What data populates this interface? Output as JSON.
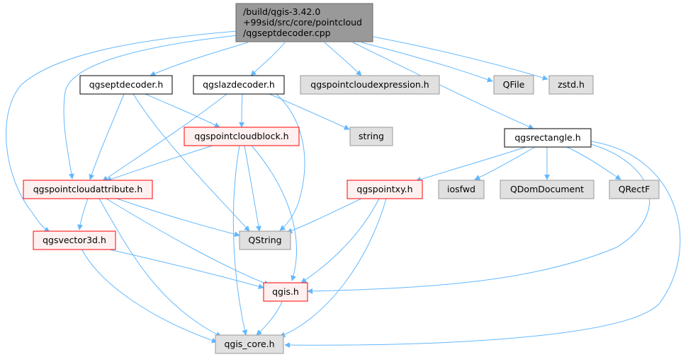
{
  "diagram": {
    "type": "include-dependency-graph",
    "root": {
      "lines": [
        "/build/qgis-3.42.0",
        "+99sid/src/core/pointcloud",
        "/qgseptdecoder.cpp"
      ]
    },
    "nodes": {
      "qgseptdecoder_h": "qgseptdecoder.h",
      "qgslazdecoder_h": "qgslazdecoder.h",
      "qgspointcloudexpression_h": "qgspointcloudexpression.h",
      "qfile": "QFile",
      "zstd_h": "zstd.h",
      "qgspointcloudblock_h": "qgspointcloudblock.h",
      "string": "string",
      "qgsrectangle_h": "qgsrectangle.h",
      "qgspointcloudattribute_h": "qgspointcloudattribute.h",
      "qgspointxy_h": "qgspointxy.h",
      "iosfwd": "iosfwd",
      "qdomdocument": "QDomDocument",
      "qrectf": "QRectF",
      "qgsvector3d_h": "qgsvector3d.h",
      "qstring": "QString",
      "qgis_h": "qgis.h",
      "qgis_core_h": "qgis_core.h"
    },
    "edges": [
      [
        "root",
        "qgseptdecoder_h"
      ],
      [
        "root",
        "qgslazdecoder_h"
      ],
      [
        "root",
        "qgspointcloudexpression_h"
      ],
      [
        "root",
        "qfile"
      ],
      [
        "root",
        "zstd_h"
      ],
      [
        "root",
        "qgsrectangle_h"
      ],
      [
        "root",
        "qgspointcloudattribute_h"
      ],
      [
        "root",
        "qgsvector3d_h"
      ],
      [
        "qgseptdecoder_h",
        "qgspointcloudblock_h"
      ],
      [
        "qgseptdecoder_h",
        "qgspointcloudattribute_h"
      ],
      [
        "qgseptdecoder_h",
        "qstring"
      ],
      [
        "qgslazdecoder_h",
        "qgspointcloudblock_h"
      ],
      [
        "qgslazdecoder_h",
        "qgspointcloudattribute_h"
      ],
      [
        "qgslazdecoder_h",
        "string"
      ],
      [
        "qgslazdecoder_h",
        "qstring"
      ],
      [
        "qgspointcloudblock_h",
        "qgspointcloudattribute_h"
      ],
      [
        "qgspointcloudblock_h",
        "qstring"
      ],
      [
        "qgspointcloudblock_h",
        "qgis_h"
      ],
      [
        "qgspointcloudblock_h",
        "qgis_core_h"
      ],
      [
        "qgspointcloudattribute_h",
        "qgsvector3d_h"
      ],
      [
        "qgspointcloudattribute_h",
        "qstring"
      ],
      [
        "qgspointcloudattribute_h",
        "qgis_h"
      ],
      [
        "qgspointcloudattribute_h",
        "qgis_core_h"
      ],
      [
        "qgsvector3d_h",
        "qgis_h"
      ],
      [
        "qgsvector3d_h",
        "qgis_core_h"
      ],
      [
        "qgsrectangle_h",
        "qgspointxy_h"
      ],
      [
        "qgsrectangle_h",
        "iosfwd"
      ],
      [
        "qgsrectangle_h",
        "qdomdocument"
      ],
      [
        "qgsrectangle_h",
        "qrectf"
      ],
      [
        "qgsrectangle_h",
        "qgis_h"
      ],
      [
        "qgsrectangle_h",
        "qgis_core_h"
      ],
      [
        "qgspointxy_h",
        "qstring"
      ],
      [
        "qgspointxy_h",
        "qgis_h"
      ],
      [
        "qgspointxy_h",
        "qgis_core_h"
      ],
      [
        "qgis_h",
        "qgis_core_h"
      ]
    ],
    "colors": {
      "root_fill": "#999999",
      "root_border": "#666666",
      "documented_border": "#000000",
      "incomplete_border": "#ff0000",
      "incomplete_fill": "#fff0f0",
      "external_fill": "#e0e0e0",
      "external_border": "#999999",
      "edge": "#63b8ff"
    }
  }
}
